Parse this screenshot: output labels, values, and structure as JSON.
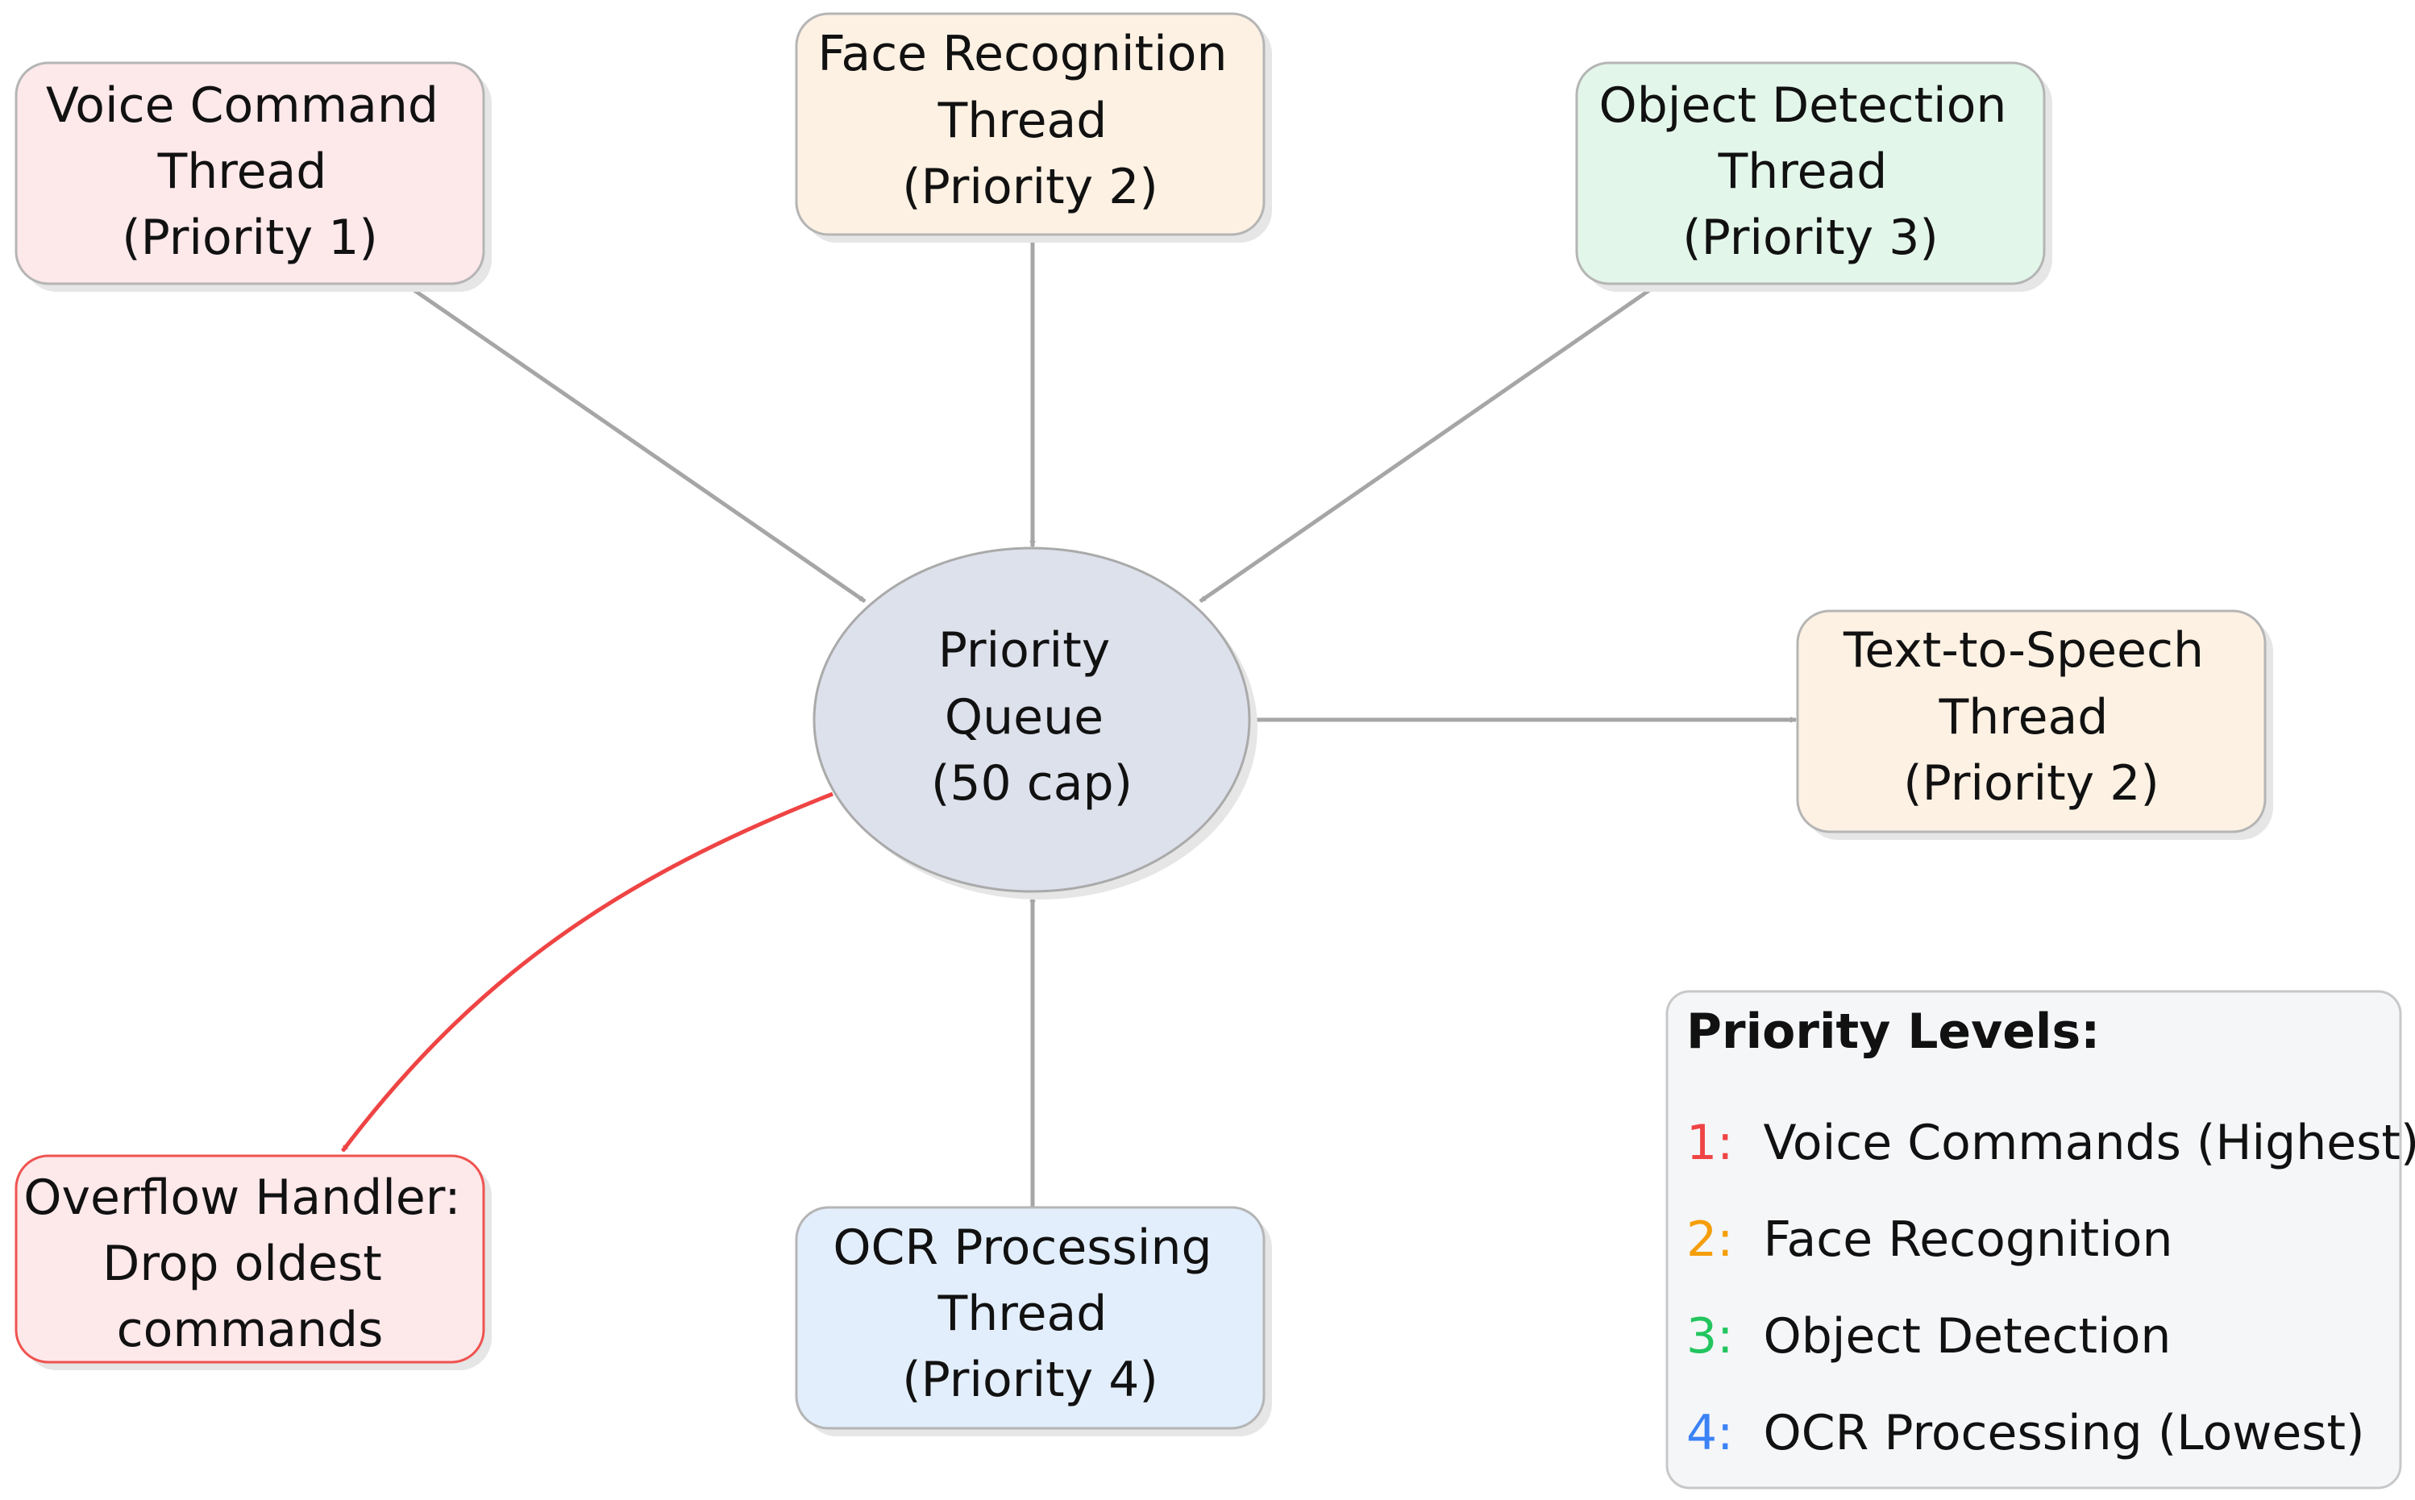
{
  "nodes": {
    "voice": {
      "lines": [
        "Voice Command",
        "Thread",
        "(Priority 1)"
      ],
      "fill": "#fde8ea",
      "stroke": "#b5b5b5"
    },
    "face": {
      "lines": [
        "Face Recognition",
        "Thread",
        "(Priority 2)"
      ],
      "fill": "#fdf1e3",
      "stroke": "#b5b5b5"
    },
    "object": {
      "lines": [
        "Object Detection",
        "Thread",
        "(Priority 3)"
      ],
      "fill": "#e3f6ea",
      "stroke": "#b5b5b5"
    },
    "tts": {
      "lines": [
        "Text-to-Speech",
        "Thread",
        "(Priority 2)"
      ],
      "fill": "#fdf1e3",
      "stroke": "#b5b5b5"
    },
    "queue": {
      "lines": [
        "Priority",
        "Queue",
        "(50 cap)"
      ],
      "fill": "#dde1ec",
      "stroke": "#aaaaaa"
    },
    "overflow": {
      "lines": [
        "Overflow Handler:",
        "Drop oldest",
        "commands"
      ],
      "fill": "#fde8ea",
      "stroke": "#ef5350"
    },
    "ocr": {
      "lines": [
        "OCR Processing",
        "Thread",
        "(Priority 4)"
      ],
      "fill": "#e3eefc",
      "stroke": "#b5b5b5"
    }
  },
  "legend": {
    "title": "Priority Levels:",
    "items": [
      {
        "num": "1:",
        "text": "Voice Commands (Highest)",
        "color": "#ef4444"
      },
      {
        "num": "2:",
        "text": "Face Recognition",
        "color": "#f59e0b"
      },
      {
        "num": "3:",
        "text": "Object Detection",
        "color": "#22c55e"
      },
      {
        "num": "4:",
        "text": "OCR Processing (Lowest)",
        "color": "#3b82f6"
      }
    ],
    "fill": "#f5f6f8",
    "stroke": "#c8c8c8"
  },
  "colors": {
    "edge": "#a6a6a6",
    "overflow_edge": "#ef4444",
    "shadow": "#e6e6e6"
  }
}
